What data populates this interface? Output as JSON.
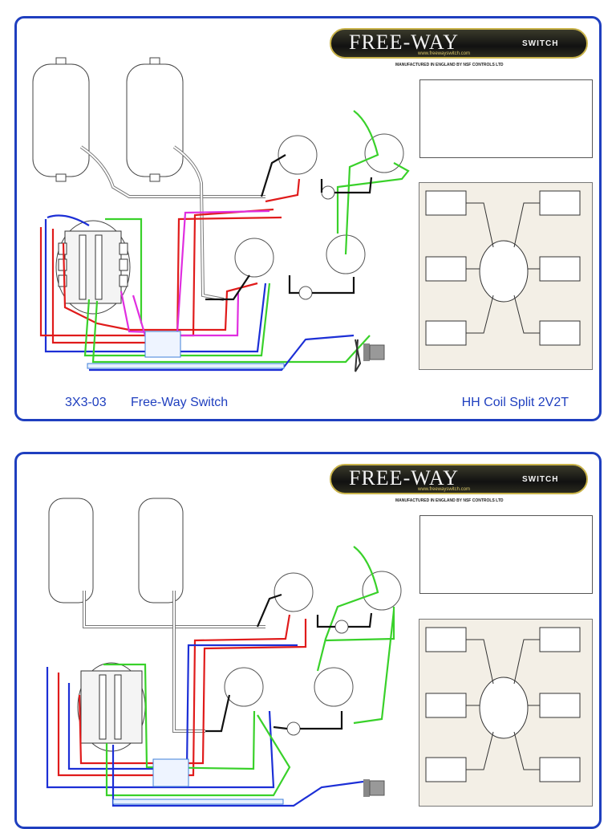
{
  "brand": {
    "logo_text": "FREE-WAY",
    "logo_switch": "SWITCH",
    "logo_url": "www.freewayswitch.com",
    "manufacturer": "MANUFACTURED IN ENGLAND BY NSF CONTROLS LTD"
  },
  "diagram1": {
    "code": "3X3-03",
    "name": "Free-Way Switch",
    "description": "HH Coil Split 2V2T"
  },
  "colors": {
    "frame": "#1f3fbf",
    "wire_red": "#e01b1b",
    "wire_green": "#39d12a",
    "wire_blue": "#1c2fd6",
    "wire_magenta": "#e02ee0",
    "wire_black": "#111111"
  }
}
